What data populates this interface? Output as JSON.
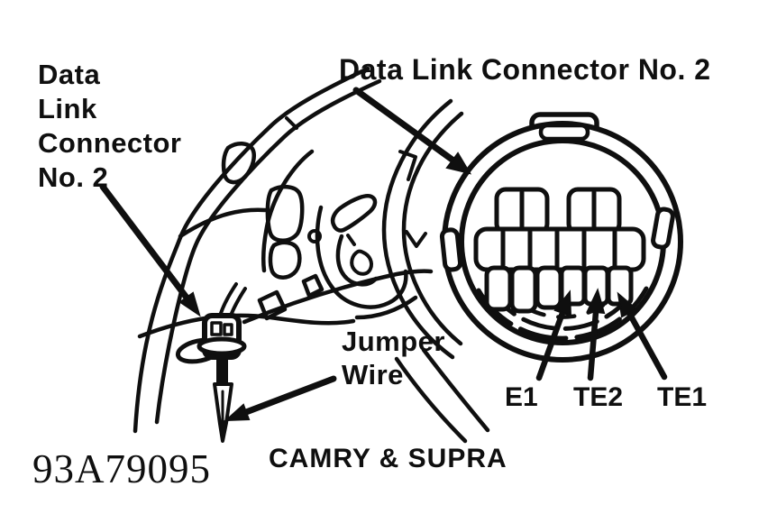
{
  "page": {
    "background": "#ffffff",
    "ink": "#0f0f0f"
  },
  "labels": {
    "connector_left": "Data\nLink\nConnector\nNo. 2",
    "connector_top": "Data Link Connector No. 2",
    "jumper_wire": "Jumper\nWire"
  },
  "pins": [
    {
      "label": "E1"
    },
    {
      "label": "TE2"
    },
    {
      "label": "TE1"
    }
  ],
  "footer": {
    "figure_number": "93A79095",
    "caption": "CAMRY & SUPRA"
  }
}
